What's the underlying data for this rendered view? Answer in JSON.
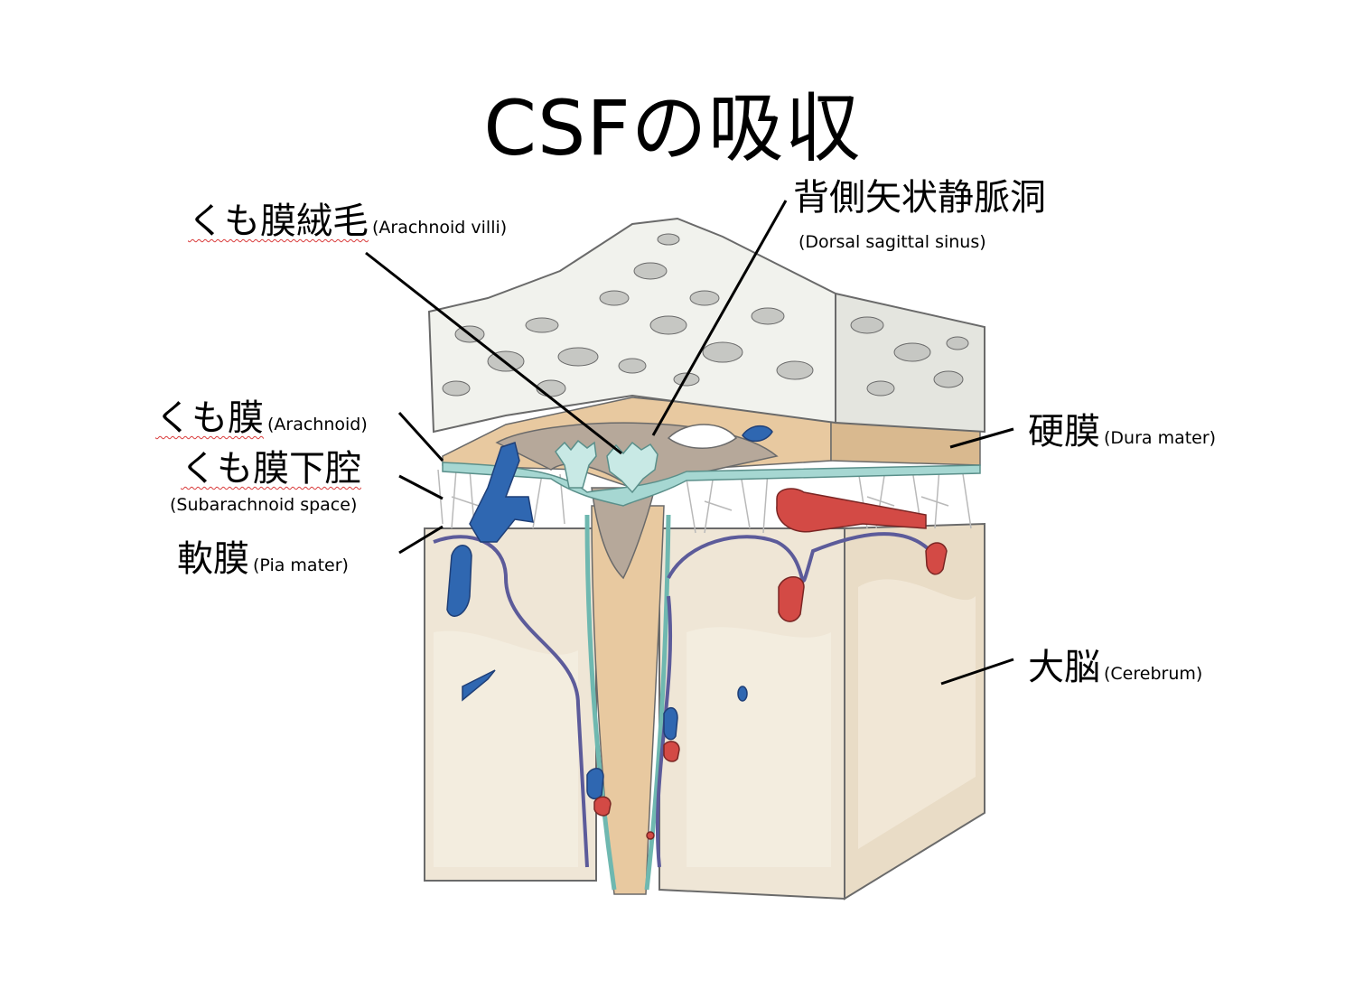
{
  "title": "CSFの吸収",
  "labels": {
    "arachnoid_villi": {
      "jp": "くも膜絨毛",
      "en": "(Arachnoid villi)"
    },
    "dorsal_sagittal_sinus": {
      "jp": "背側矢状静脈洞",
      "en": "(Dorsal sagittal sinus)"
    },
    "arachnoid": {
      "jp": "くも膜",
      "en": "(Arachnoid)"
    },
    "subarachnoid_space": {
      "jp": "くも膜下腔",
      "en": "(Subarachnoid space)"
    },
    "pia_mater": {
      "jp": "軟膜",
      "en": "(Pia mater)"
    },
    "dura_mater": {
      "jp": "硬膜",
      "en": "(Dura mater)"
    },
    "cerebrum": {
      "jp": "大脳",
      "en": "(Cerebrum)"
    }
  },
  "colors": {
    "bone": "#f1f2ed",
    "bone_pore": "#c6c7c3",
    "dura": "#e8c9a0",
    "sinus": "#b6a89a",
    "arachnoid": "#a6d7d2",
    "pia": "#5c5b9a",
    "brain": "#efe6d6",
    "vein": "#2f67b1",
    "artery": "#d34a45"
  }
}
